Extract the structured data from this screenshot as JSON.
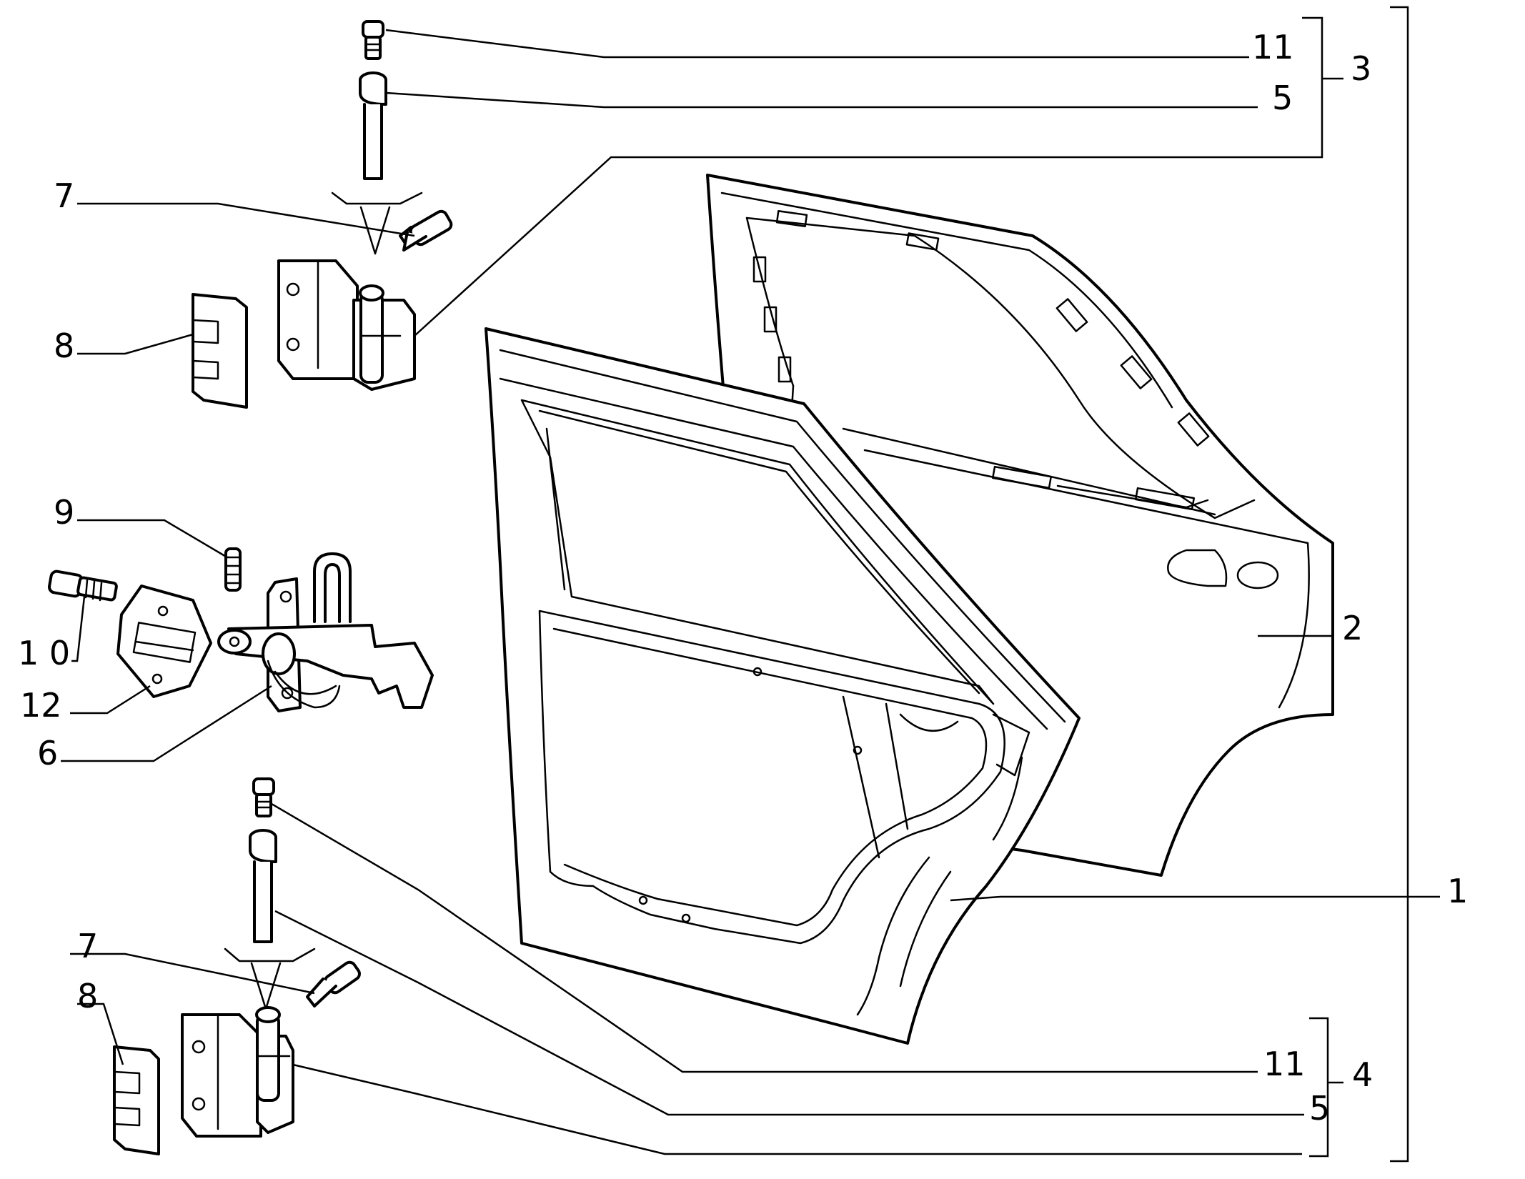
{
  "callouts": {
    "c11_top": "11",
    "c5_top": "5",
    "c3": "3",
    "c7_top": "7",
    "c8_top": "8",
    "c9": "9",
    "c10": "1 0",
    "c12": "12",
    "c6": "6",
    "c2": "2",
    "c1": "1",
    "c7_bottom": "7",
    "c8_bottom": "8",
    "c11_bottom": "11",
    "c5_bottom": "5",
    "c4": "4"
  },
  "colors": {
    "line": "#000000",
    "background": "#ffffff"
  }
}
